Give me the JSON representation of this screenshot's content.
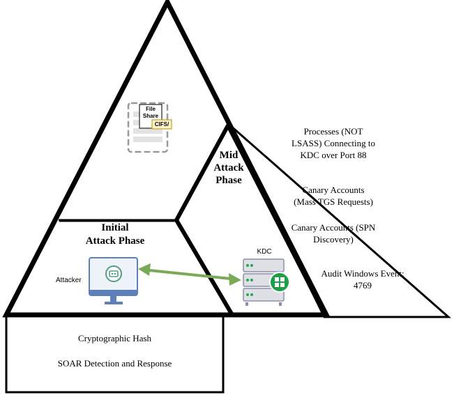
{
  "phases": {
    "initial": {
      "line1": "Initial",
      "line2": "Attack Phase"
    },
    "mid": {
      "line1": "Mid",
      "line2": "Attack",
      "line3": "Phase"
    }
  },
  "icons": {
    "file_share": {
      "line1": "File",
      "line2": "Share",
      "tag": "CIFS/"
    },
    "attacker": {
      "label": "Attacker"
    },
    "kdc": {
      "label": "KDC"
    }
  },
  "detections_right": {
    "item1": {
      "line1": "Processes (NOT",
      "line2": "LSASS) Connecting to",
      "line3": "KDC over Port 88"
    },
    "item2": {
      "line1": "Canary Accounts",
      "line2": "(Mass TGS Requests)"
    },
    "item3": {
      "line1": "Canary Accounts (SPN",
      "line2": "Discovery)"
    },
    "item4": {
      "line1": "Audit Windows Event:",
      "line2": "4769"
    }
  },
  "detections_bottom": {
    "item1": "Cryptographic Hash",
    "item2": "SOAR Detection and Response"
  },
  "colors": {
    "outline": "#000000",
    "arrow": "#7aaa55",
    "monitor": "#5f7fb8",
    "monitor_fill": "#eef3fa",
    "windows_green": "#1e9e48",
    "server_fill": "#dfe0e6",
    "server_stroke": "#8a8fa8"
  }
}
